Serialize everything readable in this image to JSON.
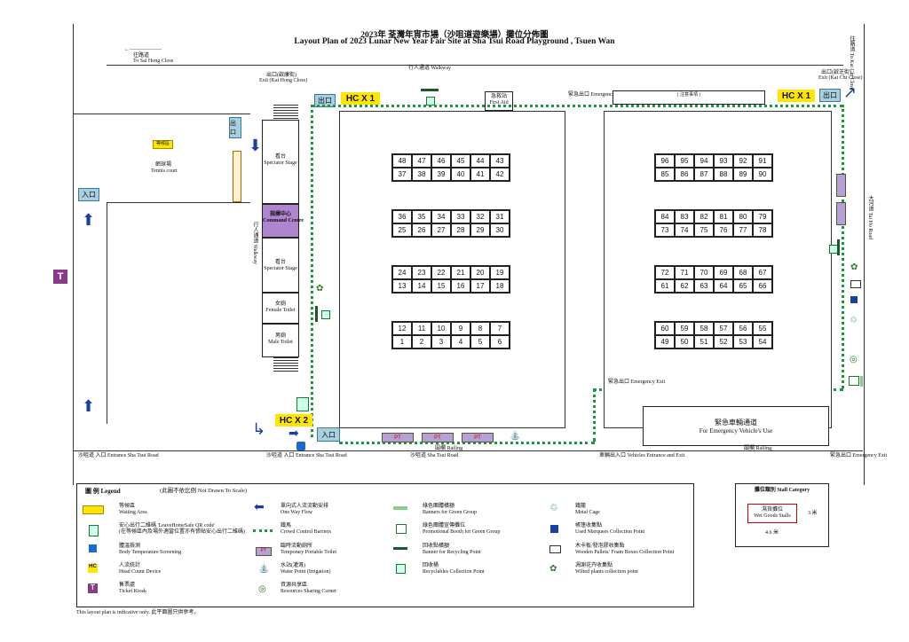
{
  "title": {
    "zh": "2023年 荃灣年宵市場（沙咀道遊樂場）攤位分佈圖",
    "en": "Layout Plan of 2023 Lunar New Year Fair Site at Sha Tsui Road Playground , Tsuen Wan"
  },
  "streets": {
    "top_left_zh": "往路道",
    "top_left_en": "To Sai Hong Close",
    "walkway_top": "行人通道 Walkway",
    "walkway_side": "行人通道 Walkway",
    "right_top": "往路道 To Kai Chi Close",
    "right_side": "大河道 Tai Ho Road",
    "bottom_road": "沙咀道 Sha Tsui Road",
    "railing": "圍欄 Railing",
    "railing2": "圍欄 Railing"
  },
  "exits": {
    "exit_kai_hong_zh": "出口(啟康街)",
    "exit_kai_hong_en": "Exit (Kai Hong Close)",
    "exit_kai_chi_zh": "出口(啟芝街)",
    "exit_kai_chi_en": "Exit (Kai Chi Close)",
    "emergency_exit_top": "緊急出口 Emergency Exit",
    "emergency_exit_mid": "緊急出口 Emergency Exit",
    "emergency_exit_br": "緊急出口 Emergency Exit",
    "entrance_sha_tsui_left": "沙咀道 入口 Entrance Sha Tsui Road",
    "entrance_sha_tsui_mid": "沙咀道 入口 Entrance Sha Tsui Road",
    "vehicles": "車輛出入口 Vehicles Entrance and Exit",
    "exit_label": "出口",
    "entry_label": "入口"
  },
  "facilities": {
    "tennis_zh": "網球場",
    "tennis_en": "Tennis court",
    "waiting": "等候區",
    "spectator1_zh": "看台",
    "spectator1_en": "Spectator Stage",
    "command_zh": "指揮中心",
    "command_en": "Command Centre",
    "spectator2_zh": "看台",
    "spectator2_en": "Spectator Stage",
    "female_zh": "女廁",
    "female_en": "Female Toilet",
    "male_zh": "男廁",
    "male_en": "Male Toilet",
    "first_aid_zh": "急救站",
    "first_aid_en": "First Aid",
    "emergency_road_zh": "緊急車輛通道",
    "emergency_road_en": "For Emergency Vehicle's Use",
    "hc1": "HC X 1",
    "hc1b": "HC X 1",
    "hc2": "HC X 2",
    "pt": "PT",
    "notice": "[ 注意事項 ]"
  },
  "stalls_left": [
    [
      "48",
      "47",
      "46",
      "45",
      "44",
      "43"
    ],
    [
      "37",
      "38",
      "39",
      "40",
      "41",
      "42"
    ],
    [
      "36",
      "35",
      "34",
      "33",
      "32",
      "31"
    ],
    [
      "25",
      "26",
      "27",
      "28",
      "29",
      "30"
    ],
    [
      "24",
      "23",
      "22",
      "21",
      "20",
      "19"
    ],
    [
      "13",
      "14",
      "15",
      "16",
      "17",
      "18"
    ],
    [
      "12",
      "11",
      "10",
      "9",
      "8",
      "7"
    ],
    [
      "1",
      "2",
      "3",
      "4",
      "5",
      "6"
    ]
  ],
  "stalls_right": [
    [
      "96",
      "95",
      "94",
      "93",
      "92",
      "91"
    ],
    [
      "85",
      "86",
      "87",
      "88",
      "89",
      "90"
    ],
    [
      "84",
      "83",
      "82",
      "81",
      "80",
      "79"
    ],
    [
      "73",
      "74",
      "75",
      "76",
      "77",
      "78"
    ],
    [
      "72",
      "71",
      "70",
      "69",
      "68",
      "67"
    ],
    [
      "61",
      "62",
      "63",
      "64",
      "65",
      "66"
    ],
    [
      "60",
      "59",
      "58",
      "57",
      "56",
      "55"
    ],
    [
      "49",
      "50",
      "51",
      "52",
      "53",
      "54"
    ]
  ],
  "legend": {
    "heading": "圖 例  Legend",
    "scale": "(此圖不依比例  Not Drawn To Scale)",
    "items": [
      {
        "zh": "等候區",
        "en": "Waiting Area"
      },
      {
        "zh": "安心出行二維碼 'LeaveHomeSafe QR code'",
        "en": "(在等候區內及場外適當位置亦有張貼安心出行二維碼)"
      },
      {
        "zh": "體溫檢測",
        "en": "Body Temperature Screening"
      },
      {
        "zh": "人流統計",
        "en": "Head Count Device"
      },
      {
        "zh": "售票處",
        "en": "Ticket Kiosk"
      },
      {
        "zh": "單向式人流流動安排",
        "en": "One Way Flow"
      },
      {
        "zh": "鐵馬",
        "en": "Crowd Control Barriers"
      },
      {
        "zh": "臨時流動廁所",
        "en": "Temporary Portable Toilet"
      },
      {
        "zh": "水站(灌溉)",
        "en": "Water Point (Irrigation)"
      },
      {
        "zh": "資源共享區",
        "en": "Resources Sharing Corner"
      },
      {
        "zh": "綠色團體橫額",
        "en": "Banners for Green Group"
      },
      {
        "zh": "綠色團體宣傳攤位",
        "en": "Promotional Booth for Green Group"
      },
      {
        "zh": "回收點橫額",
        "en": "Banner for Recycling Point"
      },
      {
        "zh": "回收桶",
        "en": "Recyclables Collection Point"
      },
      {
        "zh": "鐵籠",
        "en": "Metal Cage"
      },
      {
        "zh": "帳篷收集點",
        "en": "Used Marquees Collection Point"
      },
      {
        "zh": "木卡板/發泡膠收集點",
        "en": "Wooden Pallets/ Foam Boxes Collection Point"
      },
      {
        "zh": "凋謝花卉收集點",
        "en": "Wilted plants collection point"
      }
    ],
    "note": "This layout plan is indicative only. 此平面圖只供參考。"
  },
  "stall_category": {
    "heading": "攤位類別 Stall Category",
    "zh": "濕貨攤位",
    "en": "Wet Goods Stalls",
    "dim_w": "4.6 米",
    "dim_h": "3 米"
  },
  "colors": {
    "barrier": "#1a9a3a",
    "arrow": "#1a3fa0",
    "hc": "#ffe600",
    "pt": "#b6a0d6",
    "command": "#b085d0",
    "ticket": "#8a3a8a"
  }
}
